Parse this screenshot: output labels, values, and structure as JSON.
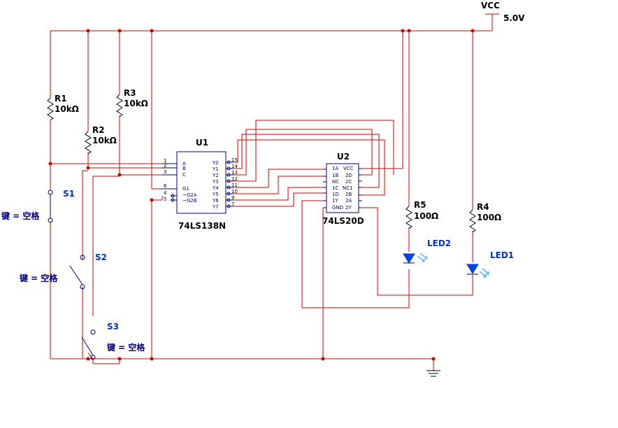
{
  "supply": {
    "name": "VCC",
    "voltage": "5.0V"
  },
  "resistors": [
    {
      "ref": "R1",
      "value": "10kΩ"
    },
    {
      "ref": "R2",
      "value": "10kΩ"
    },
    {
      "ref": "R3",
      "value": "10kΩ"
    },
    {
      "ref": "R4",
      "value": "100Ω"
    },
    {
      "ref": "R5",
      "value": "100Ω"
    }
  ],
  "switches": [
    {
      "ref": "S1",
      "key": "键 = 空格"
    },
    {
      "ref": "S2",
      "key": "键 = 空格"
    },
    {
      "ref": "S3",
      "key": "键 = 空格"
    }
  ],
  "leds": [
    {
      "ref": "LED1"
    },
    {
      "ref": "LED2"
    }
  ],
  "u1": {
    "ref": "U1",
    "part": "74LS138N",
    "left_pins": [
      {
        "num": "1",
        "name": "A"
      },
      {
        "num": "2",
        "name": "B"
      },
      {
        "num": "3",
        "name": "C"
      },
      {
        "num": "6",
        "name": "G1"
      },
      {
        "num": "4",
        "name": "~G2A"
      },
      {
        "num": "5",
        "name": "~G2B"
      }
    ],
    "right_pins": [
      {
        "num": "15",
        "name": "Y0"
      },
      {
        "num": "14",
        "name": "Y1"
      },
      {
        "num": "13",
        "name": "Y2"
      },
      {
        "num": "12",
        "name": "Y3"
      },
      {
        "num": "11",
        "name": "Y4"
      },
      {
        "num": "10",
        "name": "Y5"
      },
      {
        "num": "9",
        "name": "Y6"
      },
      {
        "num": "7",
        "name": "Y7"
      }
    ]
  },
  "u2": {
    "ref": "U2",
    "part": "74LS20D",
    "rows": [
      {
        "left": "1A",
        "right": "VCC"
      },
      {
        "left": "1B",
        "right": "2D"
      },
      {
        "left": "NC",
        "right": "2C"
      },
      {
        "left": "1C",
        "right": "NC1"
      },
      {
        "left": "1D",
        "right": "2B"
      },
      {
        "left": "1Y",
        "right": "2A"
      },
      {
        "left": "GND",
        "right": "2Y"
      }
    ]
  }
}
